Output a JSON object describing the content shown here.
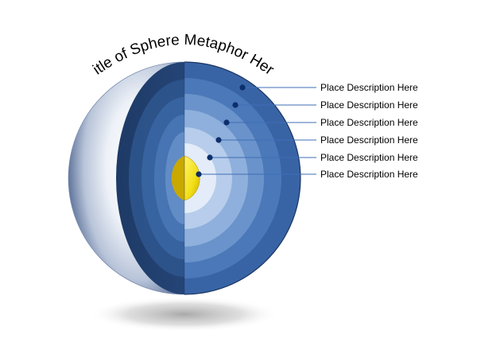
{
  "diagram": {
    "title": "Title of Sphere Metaphor Here",
    "layers": [
      {
        "label": "Place Description Here"
      },
      {
        "label": "Place Description Here"
      },
      {
        "label": "Place Description Here"
      },
      {
        "label": "Place Description Here"
      },
      {
        "label": "Place Description Here"
      },
      {
        "label": "Place Description Here"
      }
    ],
    "colors": {
      "outer_layer": "#3a67a8",
      "core": "#f2df16",
      "dot": "#0d2f6b",
      "leader_line": "#3f6eb5",
      "shell": "#d9e1ee"
    }
  }
}
